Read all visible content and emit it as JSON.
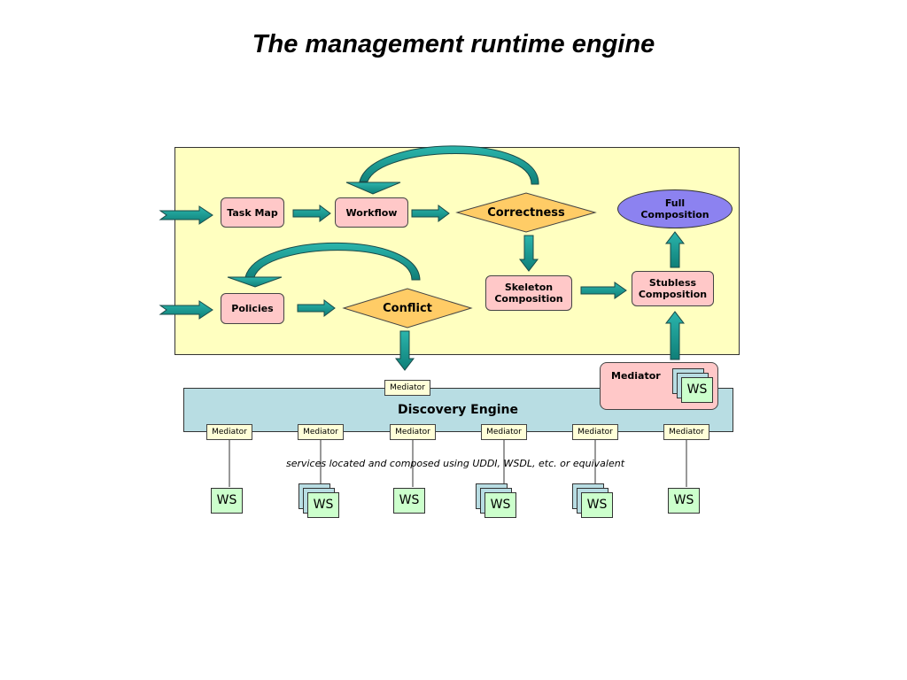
{
  "title": "The management runtime engine",
  "engine": {
    "task_map": "Task Map",
    "workflow": "Workflow",
    "correctness": "Correctness",
    "full_composition_line1": "Full",
    "full_composition_line2": "Composition",
    "policies": "Policies",
    "conflict": "Conflict",
    "skeleton_line1": "Skeleton",
    "skeleton_line2": "Composition",
    "stubless_line1": "Stubless",
    "stubless_line2": "Composition"
  },
  "mediator_panel": {
    "label": "Mediator",
    "ws": "WS"
  },
  "discovery": {
    "label": "Discovery Engine",
    "top_mediator": "Mediator",
    "mediators": [
      "Mediator",
      "Mediator",
      "Mediator",
      "Mediator",
      "Mediator",
      "Mediator"
    ],
    "caption": "services located and composed using UDDI, WSDL, etc. or equivalent"
  },
  "services": [
    "WS",
    "WS",
    "WS",
    "WS",
    "WS",
    "WS"
  ],
  "colors": {
    "engine_bg": "#ffffc0",
    "discovery_bg": "#b8dde3",
    "box_pink": "#ffc8c8",
    "diamond_orange": "#ffcc66",
    "ellipse_purple": "#8c82f0",
    "arrow_teal": "#1a9e96",
    "ws_green": "#ccffcc",
    "mediator_yellow": "#ffffd8"
  }
}
